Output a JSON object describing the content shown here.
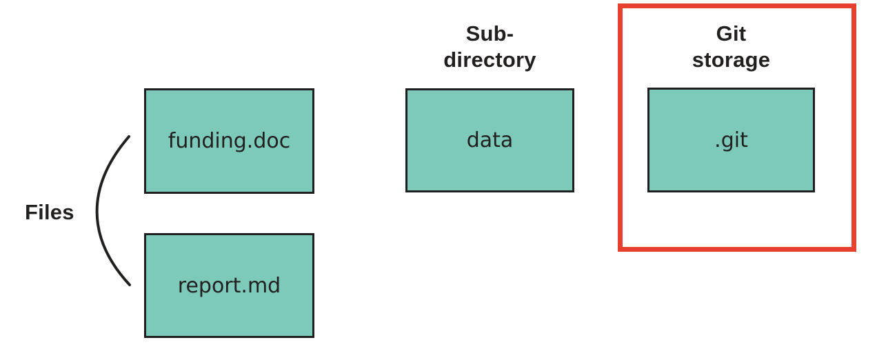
{
  "diagram": {
    "colors": {
      "box_fill": "#7dc9ba",
      "box_border": "#1f1f1f",
      "highlight_border": "#e8402f",
      "text": "#221f1f",
      "bg": "#ffffff"
    }
  },
  "labels": {
    "files": "Files",
    "subdirectory": {
      "line1": "Sub-",
      "line2": "directory"
    },
    "git_storage": {
      "line1": "Git",
      "line2": "storage"
    }
  },
  "boxes": {
    "funding": "funding.doc",
    "report": "report.md",
    "data": "data",
    "git": ".git"
  }
}
